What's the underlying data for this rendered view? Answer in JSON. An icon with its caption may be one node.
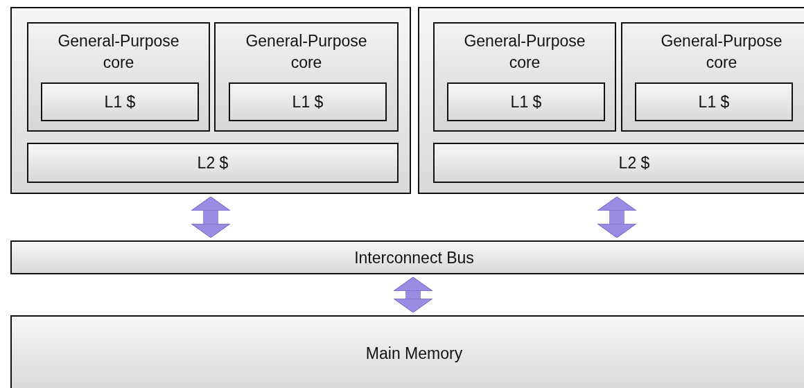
{
  "diagram": {
    "nodes": [
      {
        "text": [],
        "shape": "box"
      },
      {
        "text": [
          "General-Purpose core"
        ],
        "in": 0
      },
      {
        "text": [
          "L1 $"
        ],
        "in": 1
      },
      {
        "text": [
          "General-Purpose core"
        ],
        "in": 0
      },
      {
        "text": [
          "L1 $"
        ],
        "in": 3
      },
      {
        "text": [
          "L2 $"
        ],
        "in": 0
      },
      {
        "text": [],
        "shape": "box"
      },
      {
        "text": [
          "General-Purpose core"
        ],
        "in": 6
      },
      {
        "text": [
          "L1 $"
        ],
        "in": 7
      },
      {
        "text": [
          "General-Purpose core"
        ],
        "in": 6
      },
      {
        "text": [
          "L1 $"
        ],
        "in": 9
      },
      {
        "text": [
          "L2 $"
        ],
        "in": 6
      },
      {
        "text": [
          "Interconnect Bus"
        ]
      },
      {
        "text": [
          "Main Memory"
        ]
      }
    ],
    "edges": [
      {
        "from": 0,
        "to": 12,
        "arrow": "both"
      },
      {
        "from": 6,
        "to": 12,
        "arrow": "both"
      },
      {
        "from": 12,
        "to": 13,
        "arrow": "both"
      }
    ]
  }
}
